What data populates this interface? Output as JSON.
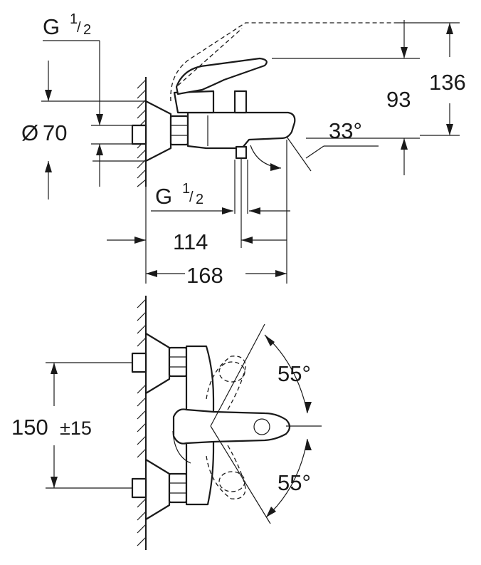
{
  "dimensions": {
    "thread_top": {
      "main": "G",
      "sup": "1",
      "sub": "2"
    },
    "diameter": {
      "symbol": "Ø",
      "value": "70"
    },
    "thread_bottom": {
      "main": "G",
      "sup": "1",
      "sub": "2"
    },
    "width_outlet": "114",
    "width_total": "168",
    "height_spout": "93",
    "height_total": "136",
    "spout_angle": "33°",
    "center_distance": "150",
    "center_tolerance": "±15",
    "lever_angle_top": "55°",
    "lever_angle_bottom": "55°"
  }
}
